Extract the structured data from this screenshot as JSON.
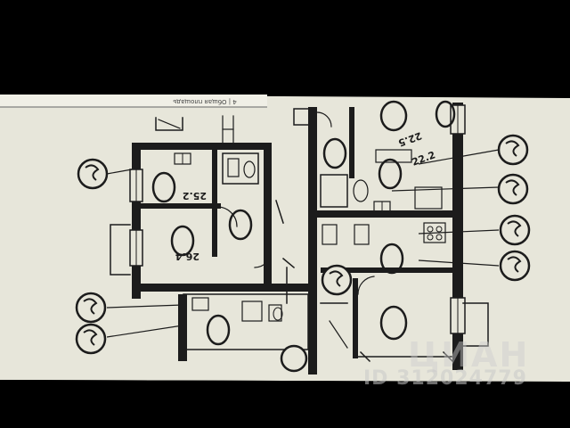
{
  "document": {
    "header_strip_text": "4 | Общая площадь",
    "watermark_logo": "ЦИАН",
    "watermark_id": "ID 312024779"
  },
  "plan": {
    "room_area_labels": [
      "25.2",
      "26.4",
      "22.5",
      "22.2"
    ],
    "callout_marker_count": 9
  },
  "colors": {
    "background": "#000000",
    "paper": "#e9e8dc",
    "ink": "#1c1c1c"
  }
}
